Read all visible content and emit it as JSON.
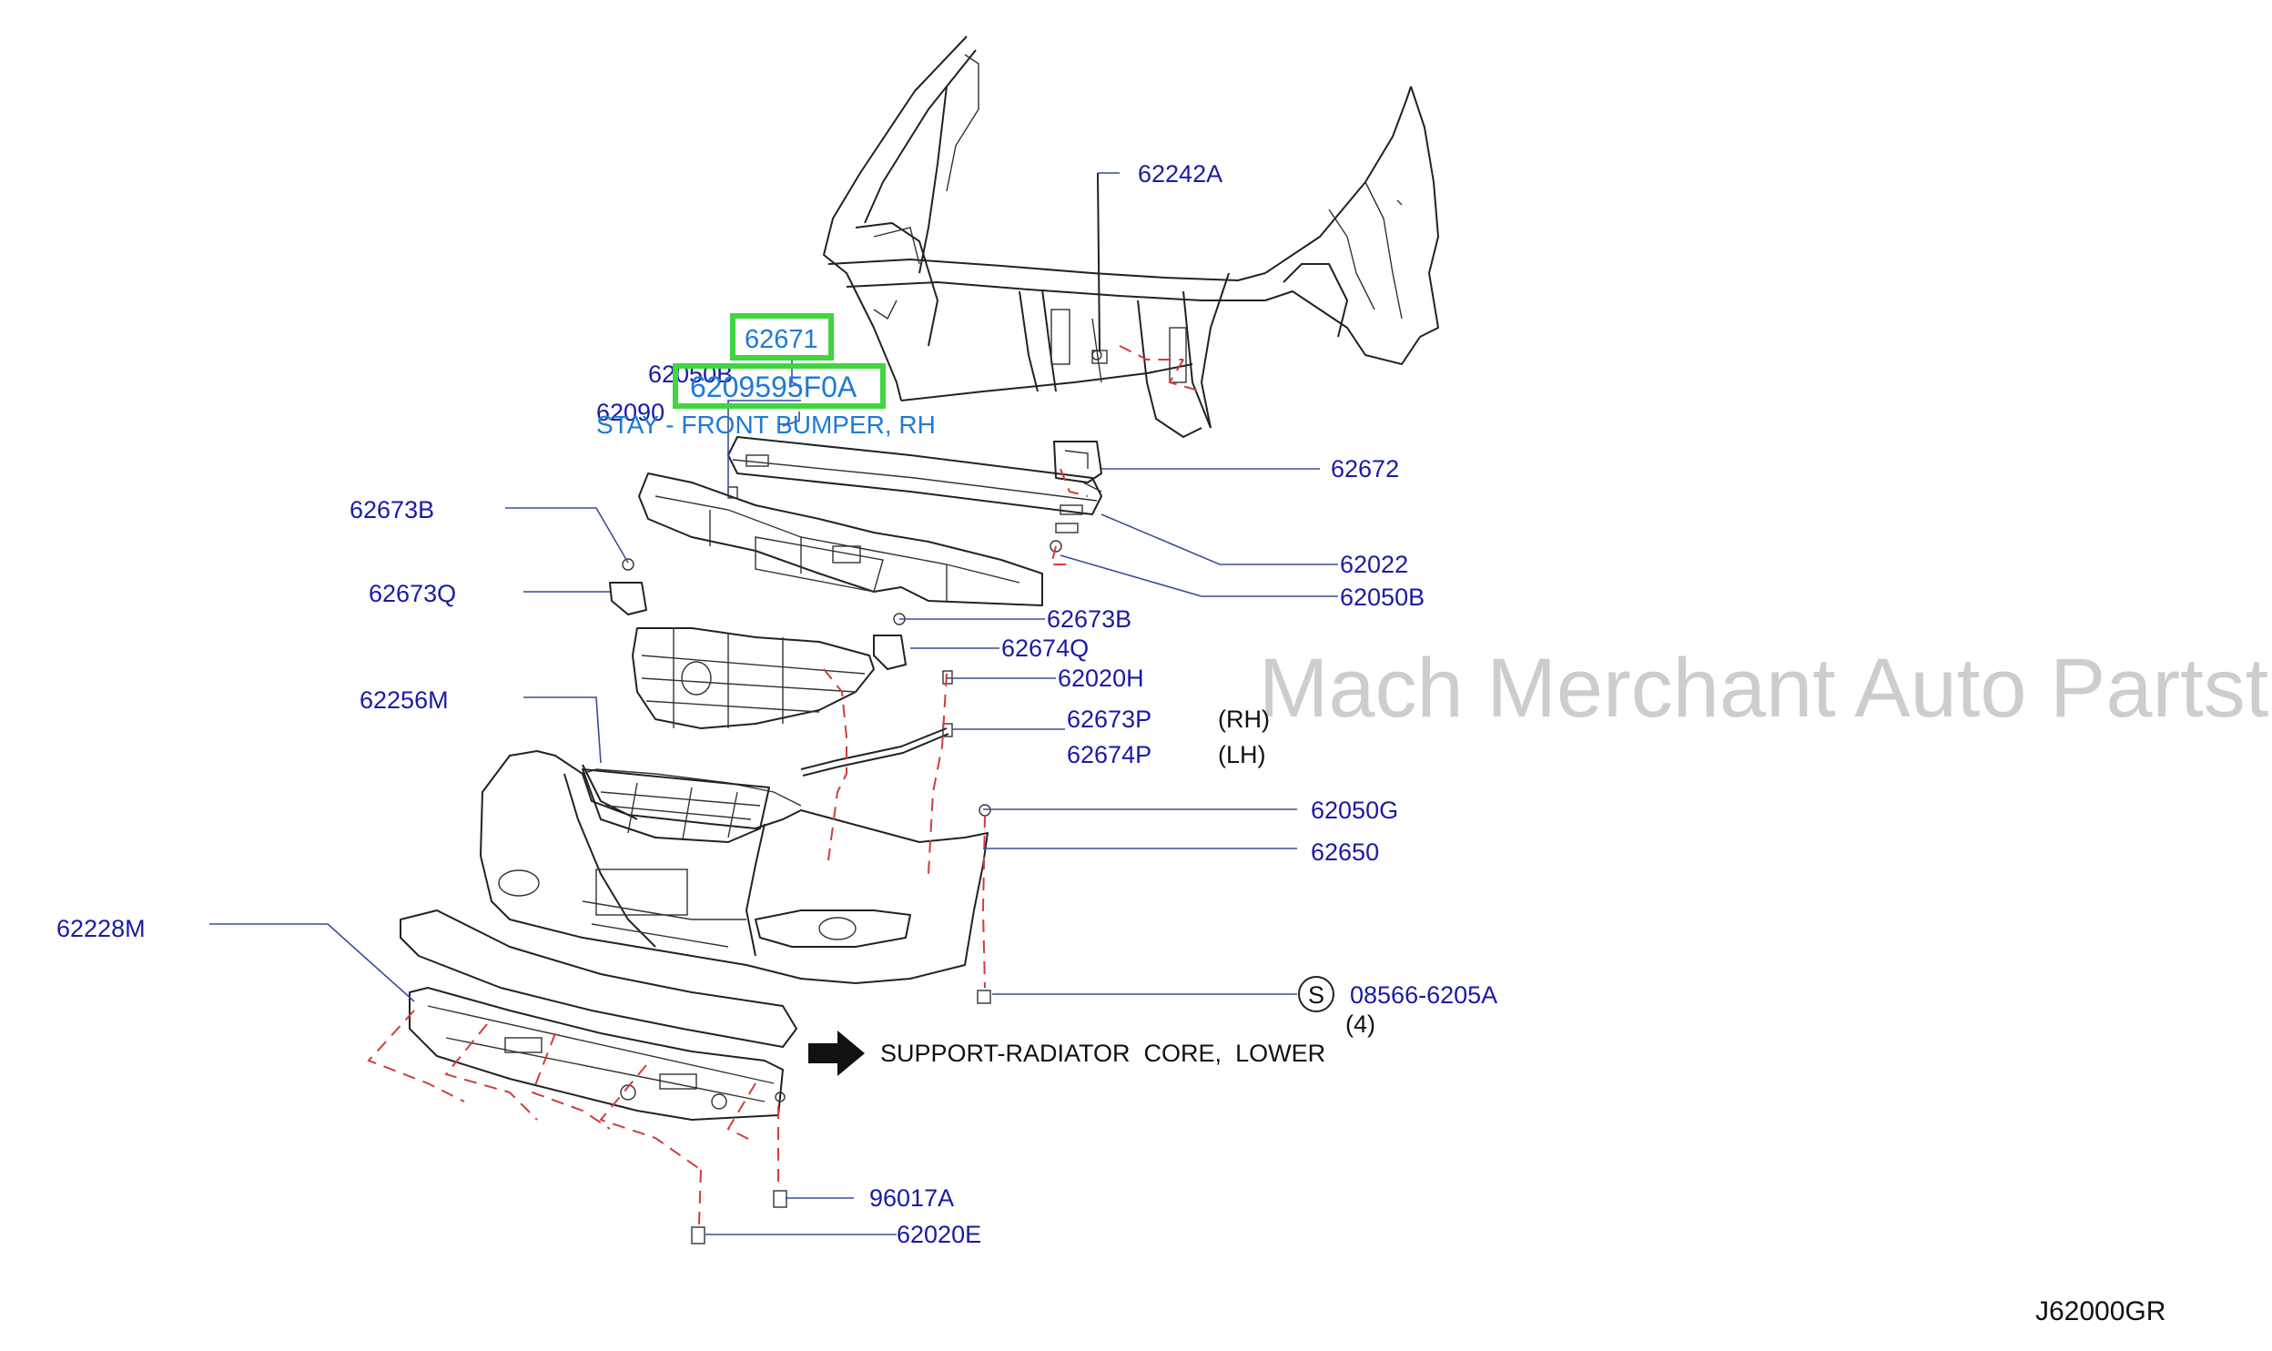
{
  "diagram": {
    "watermark": "Mach Merchant Auto Partstore",
    "figure_code": "J62000GR",
    "highlight": {
      "part_number": "62671",
      "oem_number": "6209595F0A",
      "description": "STAY - FRONT BUMPER, RH"
    },
    "labels": {
      "p62242A": "62242A",
      "p62050B_top": "62050B",
      "p62090": "62090",
      "p62672": "62672",
      "p62673B_left": "62673B",
      "p62022": "62022",
      "p62050B_right": "62050B",
      "p62673Q": "62673Q",
      "p62673B_mid": "62673B",
      "p62674Q": "62674Q",
      "p62020H": "62020H",
      "p62256M": "62256M",
      "p62673P": "62673P",
      "rh": "(RH)",
      "p62674P": "62674P",
      "lh": "(LH)",
      "p62050G": "62050G",
      "p62650": "62650",
      "p62228M": "62228M",
      "s_symbol": "S",
      "p08566": "08566-6205A",
      "qty": "(4)",
      "support_note": "SUPPORT-RADIATOR  CORE,  LOWER",
      "p96017A": "96017A",
      "p62020E": "62020E"
    }
  }
}
